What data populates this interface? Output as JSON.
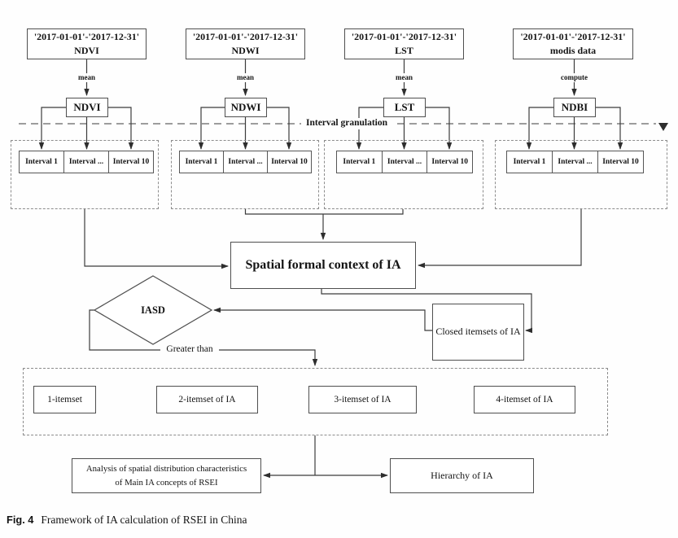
{
  "diagram": {
    "sources": [
      {
        "label": "'2017-01-01'-'2017-12-31' NDVI",
        "operation": "mean",
        "index": "NDVI"
      },
      {
        "label": "'2017-01-01'-'2017-12-31' NDWI",
        "operation": "mean",
        "index": "NDWI"
      },
      {
        "label": "'2017-01-01'-'2017-12-31' LST",
        "operation": "mean",
        "index": "LST"
      },
      {
        "label": "'2017-01-01'-'2017-12-31' modis data",
        "operation": "compute",
        "index": "NDBI"
      }
    ],
    "granulation_label": "Interval granulation",
    "intervals": [
      "Interval 1",
      "Interval ...",
      "Interval 10"
    ],
    "spatial_context": "Spatial formal context of IA",
    "iasd": "IASD",
    "closed_itemsets": "Closed itemsets of IA",
    "greater_than": "Greater than",
    "itemsets": [
      "1-itemset",
      "2-itemset of IA",
      "3-itemset of IA",
      "4-itemset of IA"
    ],
    "analysis": {
      "line1": "Analysis of spatial distribution characteristics",
      "line2": "of Main IA concepts of RSEI"
    },
    "hierarchy": "Hierarchy of IA",
    "colors": {
      "line": "#3c3c3c",
      "box_border": "#4f4f4f",
      "dashed": "#8c8c8c"
    }
  },
  "caption": {
    "label": "Fig. 4",
    "text": "Framework of IA calculation of RSEI in China"
  }
}
